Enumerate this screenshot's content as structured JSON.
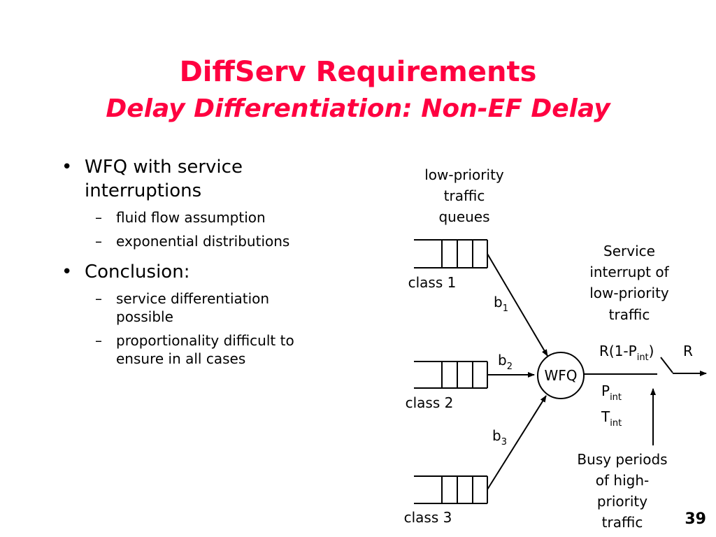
{
  "slide": {
    "title_line1": "DiffServ Requirements",
    "title_line2": "Delay Differentiation: Non-EF Delay",
    "page_number": "39"
  },
  "bullets": [
    {
      "marker": "•",
      "text_lines": [
        "WFQ with service",
        "interruptions"
      ],
      "sub": [
        {
          "marker": "–",
          "text_lines": [
            "fluid flow assumption"
          ]
        },
        {
          "marker": "–",
          "text_lines": [
            "exponential distributions"
          ]
        }
      ]
    },
    {
      "marker": "•",
      "text_lines": [
        "Conclusion:"
      ],
      "sub": [
        {
          "marker": "–",
          "text_lines": [
            "service differentiation",
            "possible"
          ]
        },
        {
          "marker": "–",
          "text_lines": [
            "proportionality difficult to",
            "ensure in all cases"
          ]
        }
      ]
    }
  ],
  "diagram": {
    "queues_caption": [
      "low-priority",
      "traffic",
      "queues"
    ],
    "class_labels": [
      "class 1",
      "class 2",
      "class 3"
    ],
    "weights": [
      {
        "base": "b",
        "sub": "1"
      },
      {
        "base": "b",
        "sub": "2"
      },
      {
        "base": "b",
        "sub": "3"
      }
    ],
    "scheduler": "WFQ",
    "service_interrupt_caption": [
      "Service",
      "interrupt of",
      "low-priority",
      "traffic"
    ],
    "reduced_rate": {
      "prefix": "R(1-P",
      "sub": "int",
      "suffix": ")"
    },
    "full_rate": "R",
    "p_int": {
      "base": "P",
      "sub": "int"
    },
    "t_int": {
      "base": "T",
      "sub": "int"
    },
    "busy_caption": [
      "Busy periods",
      "of high-",
      "priority",
      "traffic"
    ]
  }
}
